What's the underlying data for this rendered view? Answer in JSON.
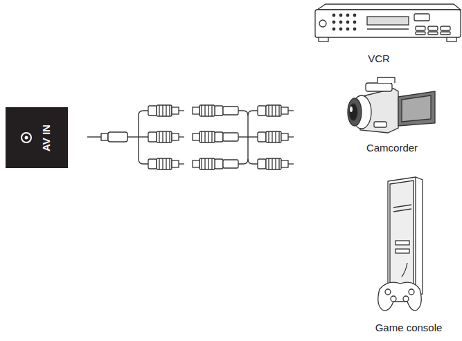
{
  "diagram": {
    "nodes": [
      {
        "text": [
          "AV IN"
        ]
      }
    ],
    "labels": [
      "VCR",
      "Camcorder",
      "Game console"
    ]
  }
}
